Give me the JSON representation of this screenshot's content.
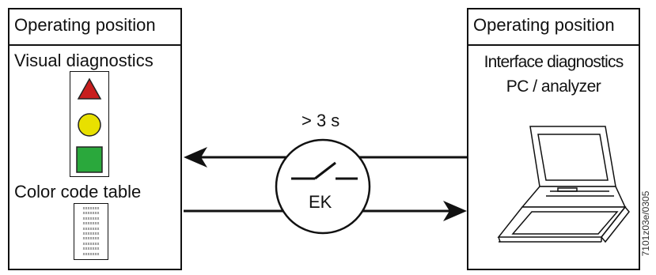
{
  "left_panel": {
    "header": "Operating position",
    "visual_title": "Visual diagnostics",
    "signal_icons": [
      "red-triangle-icon",
      "yellow-circle-icon",
      "green-square-icon"
    ],
    "colors": {
      "red": "#c81e1e",
      "yellow": "#e8e000",
      "green": "#2aa83c"
    },
    "color_table_title": "Color code table",
    "color_table_rows": [
      "xxxxxxx",
      "xxxxxxx",
      "xxxxxxx",
      "xxxxxxx",
      "xxxxxxx",
      "xxxxxxx",
      "xxxxxxx",
      "xxxxxxx",
      "xxxxxxx",
      "xxxxxxx"
    ]
  },
  "center": {
    "time_label": "> 3 s",
    "switch_label": "EK"
  },
  "right_panel": {
    "header": "Operating position",
    "title_line1": "Interface diagnostics",
    "title_line2": "PC / analyzer",
    "device_icon": "laptop-icon"
  },
  "figure_id": "7101z03e/0305"
}
